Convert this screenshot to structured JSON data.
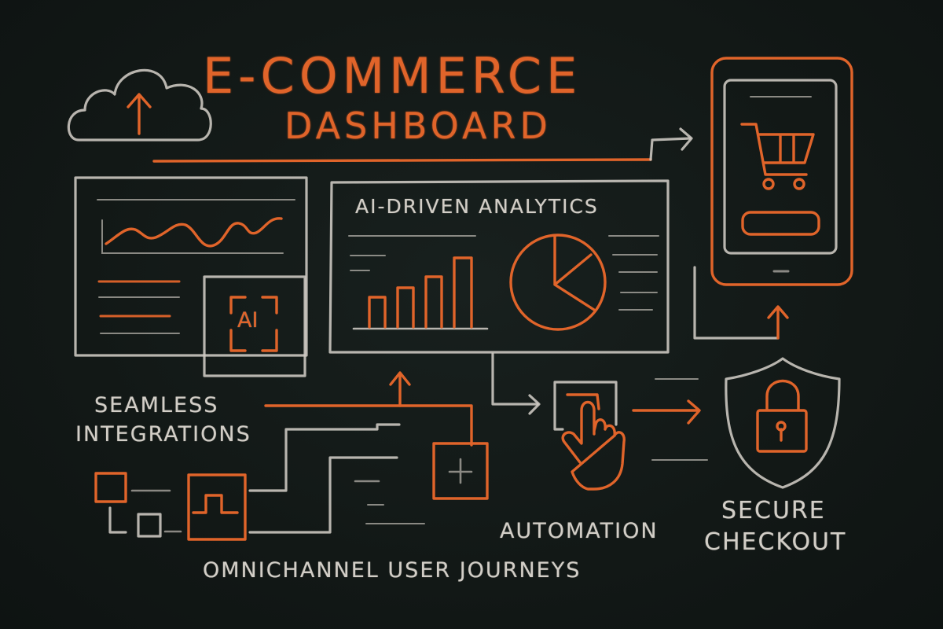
{
  "title": {
    "line1": "E-COMMERCE",
    "line2": "DASHBOARD"
  },
  "analytics_panel": {
    "title": "AI-DRIVEN ANALYTICS",
    "bar_chart": {
      "bars": 4
    },
    "pie_chart": {
      "slices": 3
    }
  },
  "ai_module": {
    "label": "AI"
  },
  "labels": {
    "seamless_line1": "SEAMLESS",
    "seamless_line2": "INTEGRATIONS",
    "automation": "AUTOMATION",
    "secure_line1": "SECURE",
    "secure_line2": "CHECKOUT",
    "omnichannel": "OMNICHANNEL USER JOURNEYS"
  },
  "icons": {
    "cloud": "cloud-upload-icon",
    "cart": "shopping-cart-icon",
    "phone": "mobile-phone-icon",
    "hand": "pointer-hand-icon",
    "shield": "shield-lock-icon",
    "plus": "plus-icon"
  },
  "colors": {
    "background": "#121817",
    "accent_orange": "#e0642a",
    "chalk_white": "#cfcbc4"
  }
}
